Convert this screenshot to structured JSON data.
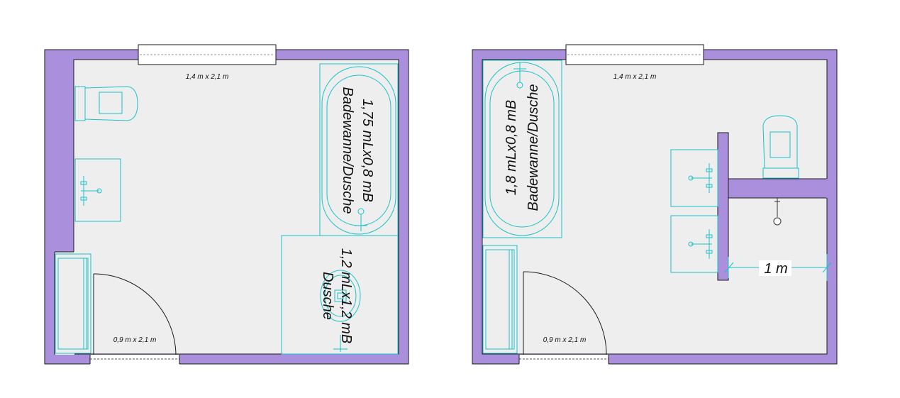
{
  "plans": [
    {
      "window_size": "1,4 m x 2,1 m",
      "door_size": "0,9 m x 2,1 m",
      "bathtub": {
        "dims": "1,75 mLx0,8 mB",
        "name": "Badewanne/Dusche"
      },
      "shower": {
        "dims": "1,2 mLx1,2 mB",
        "name": "Dusche"
      }
    },
    {
      "window_size": "1,4 m x 2,1 m",
      "door_size": "0,9 m x 2,1 m",
      "bathtub": {
        "dims": "1,8 mLx0,8 mB",
        "name": "Badewanne/Dusche"
      },
      "dimension_label": "1 m"
    }
  ],
  "colors": {
    "wall": "#a98fdc",
    "wall_outline": "#1a1a1a",
    "floor": "#eeeeee",
    "fixture": "#19c2c8"
  },
  "icons": [
    "toilet-icon",
    "washbasin-icon",
    "bathtub-icon",
    "shower-icon",
    "radiator-icon",
    "floor-drain-icon",
    "door-swing-icon"
  ]
}
